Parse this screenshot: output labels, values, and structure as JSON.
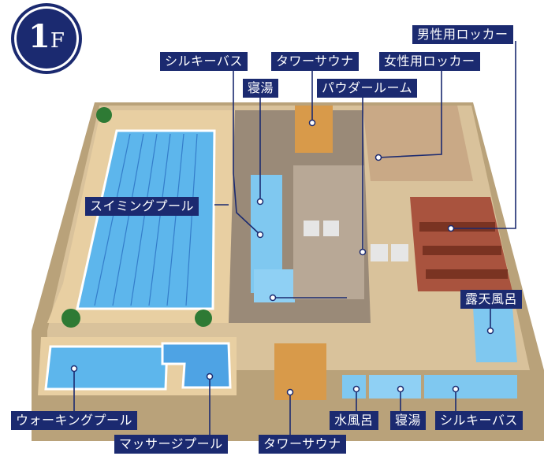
{
  "floor": {
    "number": "1",
    "suffix": "F"
  },
  "labels": {
    "men_locker": "男性用ロッカー",
    "silky_bath_top": "シルキーバス",
    "tower_sauna_top": "タワーサウナ",
    "women_locker": "女性用ロッカー",
    "nebuyu_top": "寝湯",
    "powder_room": "パウダールーム",
    "swimming_pool": "スイミングプール",
    "rotenburo": "露天風呂",
    "walking_pool": "ウォーキングプール",
    "massage_pool": "マッサージプール",
    "tower_sauna_bottom": "タワーサウナ",
    "mizuburo": "水風呂",
    "nebuyu_bottom": "寝湯",
    "silky_bath_bottom": "シルキーバス"
  },
  "colors": {
    "label_bg": "#1b2a70",
    "leader": "#1b2a70",
    "water": "#4aa8e8",
    "deck": "#e2c89a"
  }
}
